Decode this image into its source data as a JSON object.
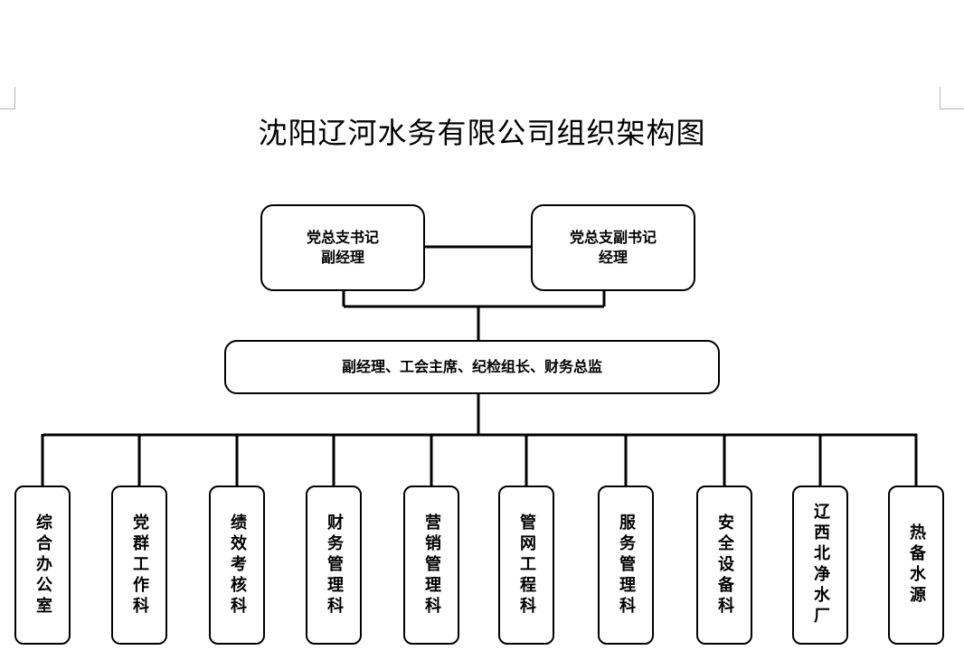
{
  "title": "沈阳辽河水务有限公司组织架构图",
  "top_left": {
    "line1": "党总支书记",
    "line2": "副经理"
  },
  "top_right": {
    "line1": "党总支副书记",
    "line2": "经理"
  },
  "middle": "副经理、工会主席、纪检组长、财务总监",
  "departments": [
    "综合办公室",
    "党群工作科",
    "绩效考核科",
    "财务管理科",
    "营销管理科",
    "管网工程科",
    "服务管理科",
    "安全设备科",
    "辽西北净水厂",
    "热备水源"
  ]
}
